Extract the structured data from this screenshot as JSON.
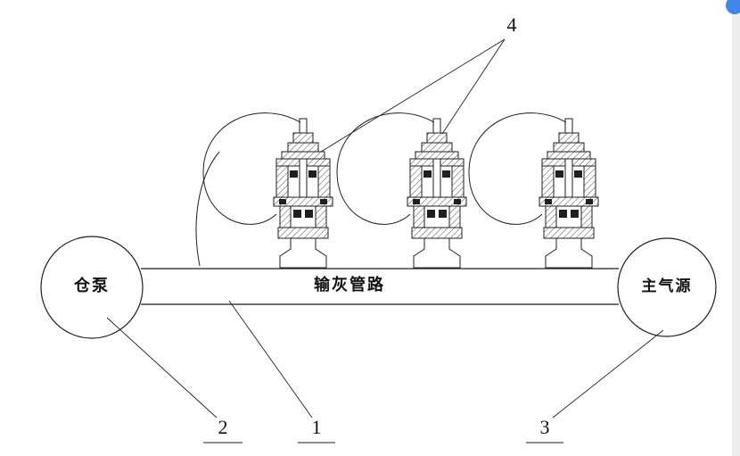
{
  "diagram": {
    "pump_label": "仓泵",
    "pipeline_label": "输灰管路",
    "gas_source_label": "主气源",
    "callout_pipeline": "1",
    "callout_pump": "2",
    "callout_gas_source": "3",
    "callout_valves": "4"
  },
  "colors": {
    "line": "#1f1f1f",
    "background": "#ffffff",
    "accent_dot": "#3f86e8",
    "gutter": "#ededed"
  }
}
